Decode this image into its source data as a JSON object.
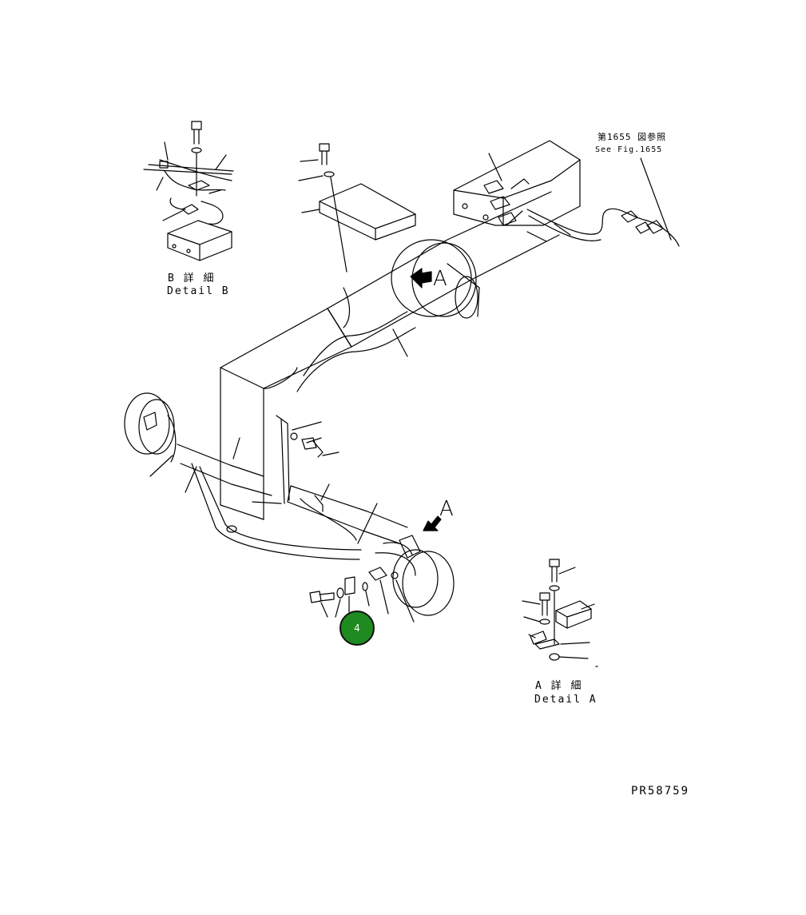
{
  "detail_b": {
    "label_jp": "B 詳 細",
    "label_en": "Detail B"
  },
  "detail_a": {
    "label_jp": "A 詳 細",
    "label_en": "Detail A"
  },
  "reference": {
    "jp": "第1655 図参照",
    "en": "See Fig.1655"
  },
  "view_marker": "A",
  "view_marker_2": "A",
  "drawing_code": "PR58759",
  "callout": {
    "number": "4",
    "color": "#1f8a1f"
  }
}
